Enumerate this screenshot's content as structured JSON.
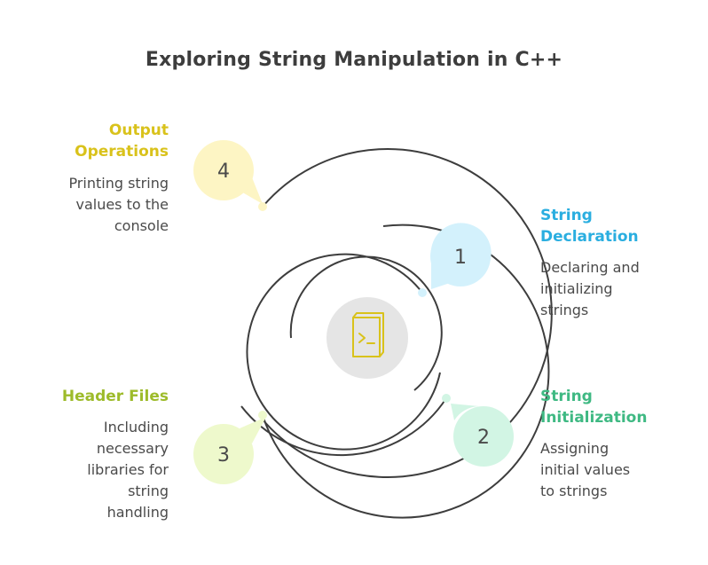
{
  "title": "Exploring String Manipulation in C++",
  "center_icon": "terminal-book-icon",
  "colors": {
    "step1": "#2aaee0",
    "step2": "#3fb983",
    "step3": "#9dbb2a",
    "step4": "#d9c21b",
    "ring": "#3d3d3d"
  },
  "steps": [
    {
      "number": "1",
      "heading_lines": [
        "String",
        "Declaration"
      ],
      "description_lines": [
        "Declaring and",
        "initializing",
        "strings"
      ]
    },
    {
      "number": "2",
      "heading_lines": [
        "String",
        "Initialization"
      ],
      "description_lines": [
        "Assigning",
        "initial values",
        "to strings"
      ]
    },
    {
      "number": "3",
      "heading_lines": [
        "Header Files"
      ],
      "description_lines": [
        "Including",
        "necessary",
        "libraries for",
        "string",
        "handling"
      ]
    },
    {
      "number": "4",
      "heading_lines": [
        "Output",
        "Operations"
      ],
      "description_lines": [
        "Printing string",
        "values to the",
        "console"
      ]
    }
  ]
}
